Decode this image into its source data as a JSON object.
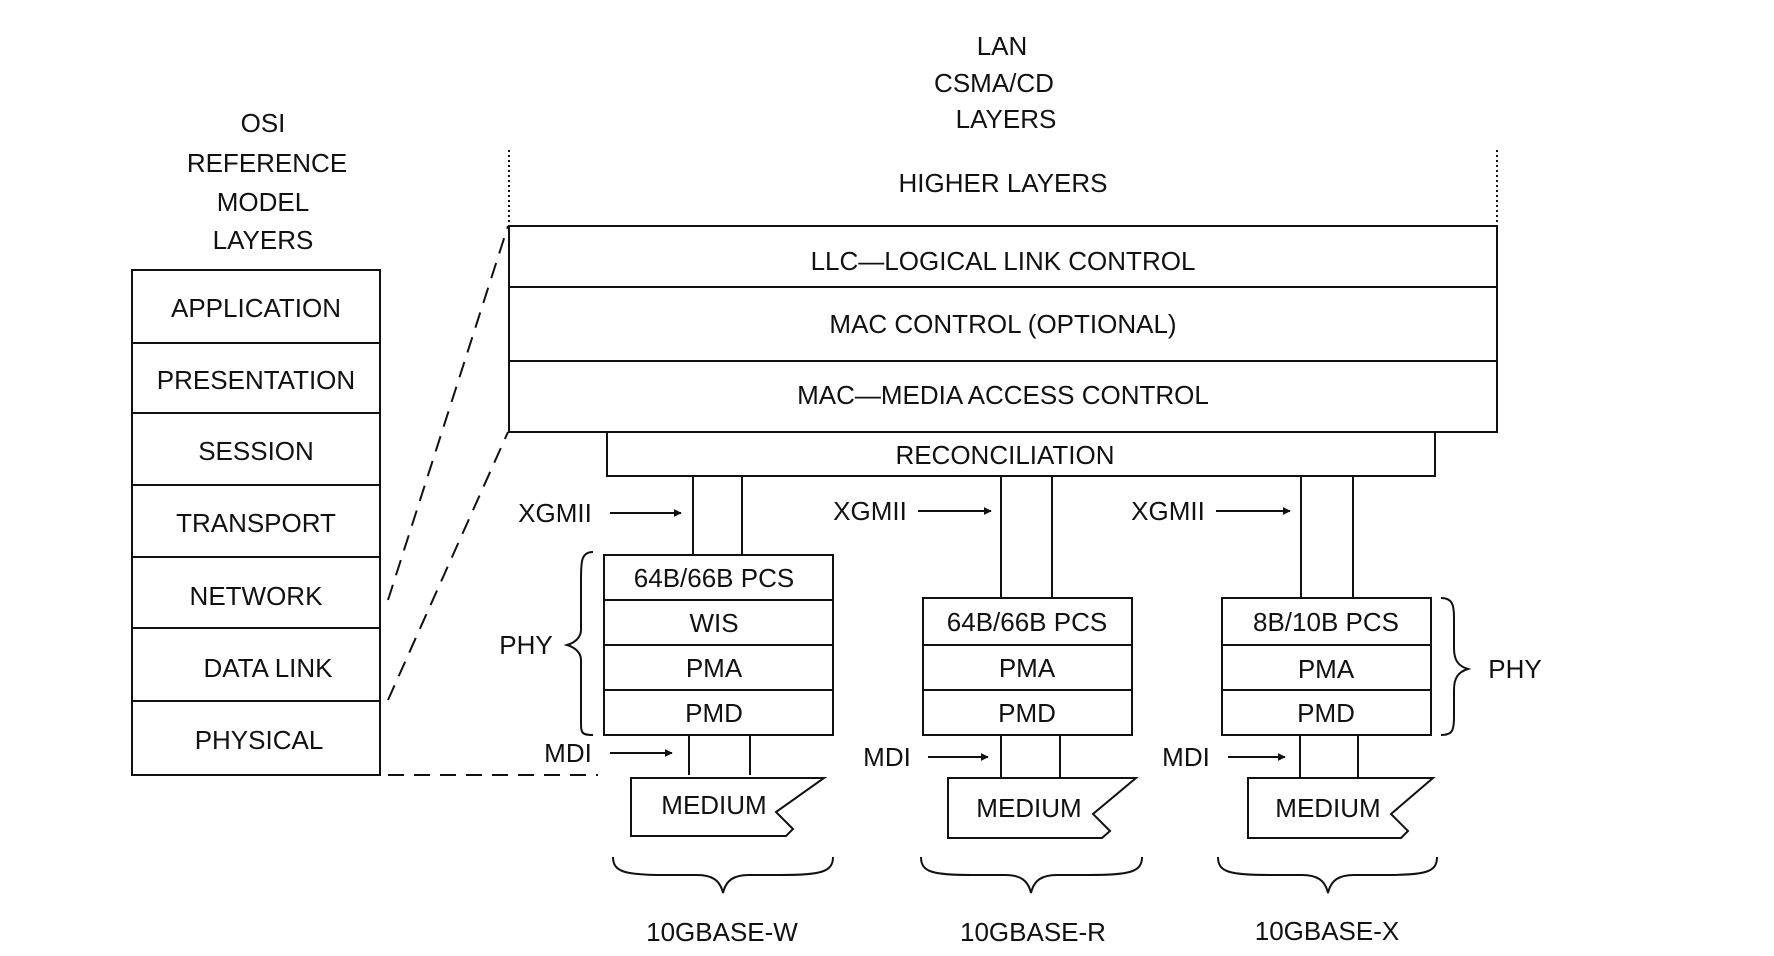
{
  "osi": {
    "heading": [
      "OSI",
      "REFERENCE",
      "MODEL",
      "LAYERS"
    ],
    "layers": [
      "APPLICATION",
      "PRESENTATION",
      "SESSION",
      "TRANSPORT",
      "NETWORK",
      "DATA LINK",
      "PHYSICAL"
    ]
  },
  "lan": {
    "heading": [
      "LAN",
      "CSMA/CD",
      "LAYERS"
    ],
    "higher_layers": "HIGHER LAYERS",
    "llc": "LLC—LOGICAL LINK CONTROL",
    "mac_control": "MAC CONTROL (OPTIONAL)",
    "mac": "MAC—MEDIA ACCESS CONTROL",
    "reconciliation": "RECONCILIATION"
  },
  "phys": [
    {
      "xgmii": "XGMII",
      "sublayers": [
        "64B/66B PCS",
        "WIS",
        "PMA",
        "PMD"
      ],
      "mdi": "MDI",
      "medium": "MEDIUM",
      "name": "10GBASE-W",
      "phy": "PHY"
    },
    {
      "xgmii": "XGMII",
      "sublayers": [
        "64B/66B PCS",
        "PMA",
        "PMD"
      ],
      "mdi": "MDI",
      "medium": "MEDIUM",
      "name": "10GBASE-R"
    },
    {
      "xgmii": "XGMII",
      "sublayers": [
        "8B/10B PCS",
        "PMA",
        "PMD"
      ],
      "mdi": "MDI",
      "medium": "MEDIUM",
      "name": "10GBASE-X",
      "phy": "PHY"
    }
  ]
}
